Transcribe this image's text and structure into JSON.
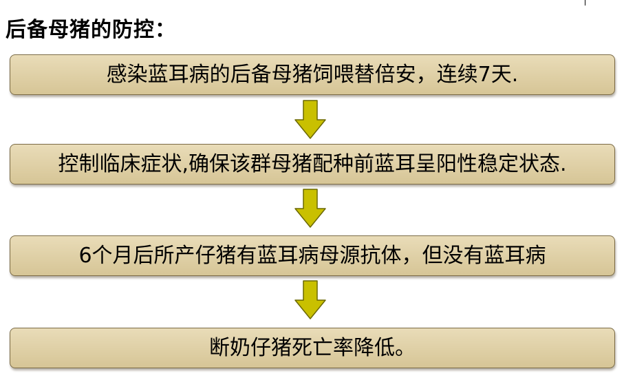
{
  "title": "后备母猪的防控：",
  "steps": [
    {
      "label": "感染蓝耳病的后备母猪饲喂替倍安，连续7天."
    },
    {
      "label": "控制临床症状,确保该群母猪配种前蓝耳呈阳性稳定状态."
    },
    {
      "label": "6个月后所产仔猪有蓝耳病母源抗体，但没有蓝耳病"
    },
    {
      "label": "断奶仔猪死亡率降低。"
    }
  ],
  "colors": {
    "box_fill": "#ddcda0",
    "box_border": "#7a6a45",
    "arrow_fill": "#c9c000",
    "arrow_border": "#6b6800"
  },
  "icons": {
    "flow_arrow": "down-arrow-icon"
  }
}
